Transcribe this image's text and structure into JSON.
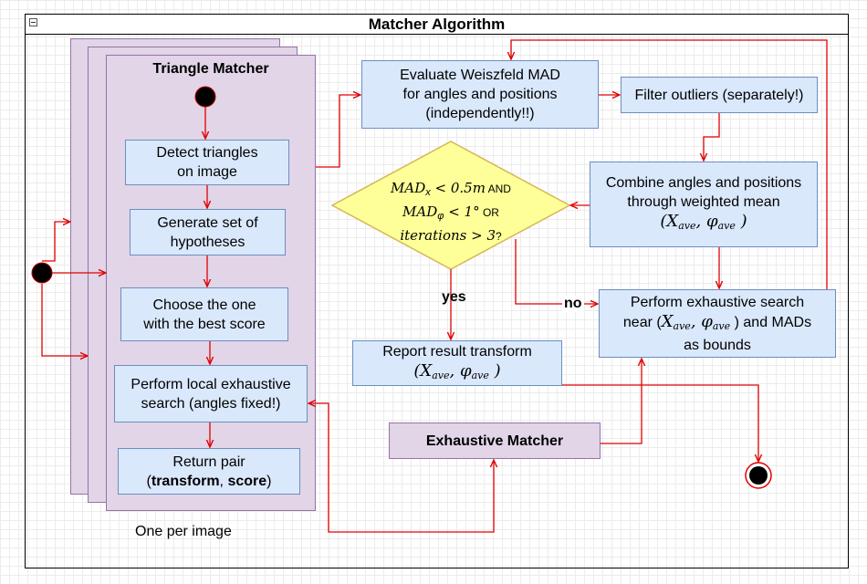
{
  "frame": {
    "title": "Matcher Algorithm"
  },
  "triangle_matcher": {
    "title": "Triangle Matcher",
    "steps": [
      {
        "line1": "Detect triangles",
        "line2": "on image"
      },
      {
        "line1": "Generate set of",
        "line2": "hypotheses"
      },
      {
        "line1": "Choose the one",
        "line2": "with the best score"
      },
      {
        "line1": "Perform local exhaustive",
        "line2": "search (angles fixed!)"
      }
    ],
    "return_pair": {
      "line1": "Return pair",
      "open": "(",
      "transform": "transform",
      "comma": ", ",
      "score": "score",
      "close": ")"
    },
    "caption": "One per image"
  },
  "evaluate": {
    "line1": "Evaluate Weiszfeld MAD",
    "line2": "for angles and positions",
    "line3": "(independently!!)"
  },
  "filter": {
    "text": "Filter outliers (separately!)"
  },
  "combine": {
    "line1": "Combine angles and positions",
    "line2": "through weighted mean",
    "math": "(X",
    "sub1": "ave",
    "mid": ", φ",
    "sub2": "ave",
    "close": " )"
  },
  "decision": {
    "l1_math": "MAD",
    "l1_sub": "x",
    "l1_rest": " < 0.5m",
    "l1_and": " AND",
    "l2_math": "MAD",
    "l2_sub": "φ",
    "l2_rest": " < 1°",
    "l2_or": "  OR",
    "l3_math": "iterations > 3",
    "l3_q": "?"
  },
  "labels": {
    "yes": "yes",
    "no": "no"
  },
  "report": {
    "line1": "Report result transform",
    "math": "(X",
    "sub1": "ave",
    "mid": ", φ",
    "sub2": "ave",
    "close": " )"
  },
  "exhaustive_search": {
    "line1": "Perform exhaustive search",
    "pre": "near (",
    "math": "X",
    "sub1": "ave",
    "mid": ", φ",
    "sub2": "ave",
    "post": " ) and MADs",
    "line3": "as bounds"
  },
  "exhaustive_matcher": {
    "title": "Exhaustive Matcher"
  },
  "colors": {
    "box_fill": "#dae8fc",
    "box_stroke": "#6c8ebf",
    "lane_fill": "#e1d5e7",
    "lane_stroke": "#9673a6",
    "decision_fill": "#ffff99",
    "decision_stroke": "#d6b656",
    "arrow": "#e00000"
  }
}
